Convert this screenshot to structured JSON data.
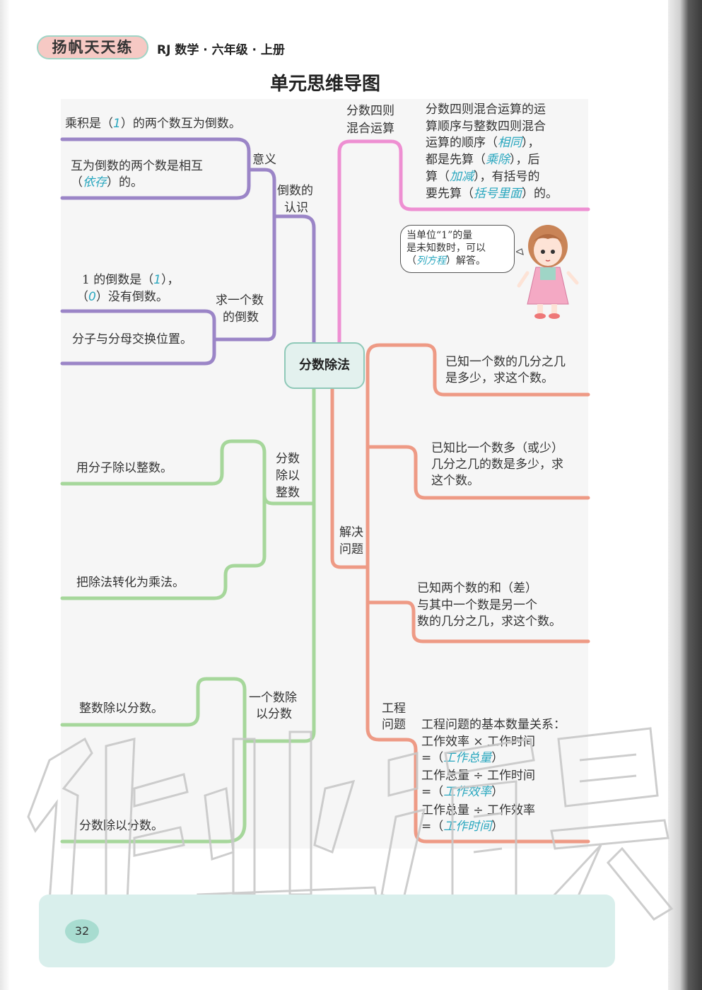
{
  "header": {
    "series": "扬帆天天练",
    "subject": "RJ 数学 · 六年级 · 上册"
  },
  "title": "单元思维导图",
  "center": "分数除法",
  "reciprocal": {
    "topic": [
      "倒数的",
      "认识"
    ],
    "meaning": {
      "label": "意义",
      "def1": [
        "乘积是（",
        "1",
        "）的两个数互为倒数。"
      ],
      "def2_line1": "互为倒数的两个数是相互",
      "def2_line2": [
        "（",
        "依存",
        "）的。"
      ]
    },
    "find": {
      "label": [
        "求一个数",
        "的倒数"
      ],
      "special_line1": [
        "1 的倒数是（",
        "1",
        "），"
      ],
      "special_line2": [
        "（",
        "0",
        "）没有倒数。"
      ],
      "method": "分子与分母交换位置。"
    }
  },
  "div_by_int": {
    "label": [
      "分数",
      "除以",
      "整数"
    ],
    "m1": "用分子除以整数。",
    "m2": "把除法转化为乘法。"
  },
  "div_by_frac": {
    "label": [
      "一个数除",
      "以分数"
    ],
    "m1": "整数除以分数。",
    "m2": "分数除以分数。"
  },
  "mixed_ops": {
    "label": [
      "分数四则",
      "混合运算"
    ],
    "l1": "分数四则混合运算的运",
    "l2": "算顺序与整数四则混合",
    "l3": [
      "运算的顺序（",
      "相同",
      "），"
    ],
    "l4": [
      "都是先算（",
      "乘除",
      "），后"
    ],
    "l5": [
      "算（",
      "加减",
      "），有括号的"
    ],
    "l6": [
      "要先算（",
      "括号里面",
      "）的。"
    ]
  },
  "tip": {
    "l1": "当单位“1”的量",
    "l2": "是未知数时，可以",
    "l3": [
      "（",
      "列方程",
      "）解答。"
    ]
  },
  "problems": {
    "label": [
      "解决",
      "问题"
    ],
    "p1": [
      "已知一个数的几分之几",
      "是多少，求这个数。"
    ],
    "p2": [
      "已知比一个数多（或少）",
      "几分之几的数是多少，求",
      "这个数。"
    ],
    "p3": [
      "已知两个数的和（差）",
      "与其中一个数是另一个",
      "数的几分之几，求这个数。"
    ],
    "work": {
      "label": [
        "工程",
        "问题"
      ],
      "intro": "工程问题的基本数量关系：",
      "r1a": "工作效率 × 工作时间",
      "r1b": [
        "=（",
        "工作总量",
        "）"
      ],
      "r2a": "工作总量 ÷ 工作时间",
      "r2b": [
        "=（",
        "工作效率",
        "）"
      ],
      "r3a": "工作总量 ÷ 工作效率",
      "r3b": [
        "=（",
        "工作时间",
        "）"
      ]
    }
  },
  "page_number": "32",
  "colors": {
    "purple": "#9b85c7",
    "pink": "#ee8fd2",
    "salmon": "#ee9a85",
    "green": "#a6d79b",
    "answer": "#2aa7bf"
  }
}
